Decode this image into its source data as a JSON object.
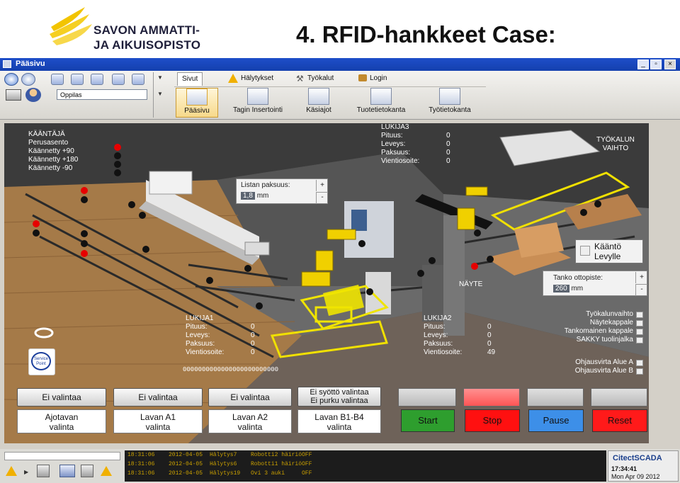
{
  "slide": {
    "title": "4. RFID-hankkeet Case:",
    "logo_line1": "SAVON AMMATTI-",
    "logo_line2": "JA AIKUISOPISTO"
  },
  "window": {
    "title": "Pääsivu",
    "minimize": "_",
    "maximize": "▫",
    "close": "×"
  },
  "toolbar": {
    "user_combo": "Oppilas",
    "tabs": [
      {
        "label": "Sivut"
      },
      {
        "label": "Hälytykset"
      },
      {
        "label": "Työkalut"
      },
      {
        "label": "Login"
      }
    ],
    "nav_items": [
      {
        "label": "Pääsivu"
      },
      {
        "label": "Tagin Insertointi"
      },
      {
        "label": "Käsiajot"
      },
      {
        "label": "Tuotetietokanta"
      },
      {
        "label": "Työtietokanta"
      }
    ]
  },
  "scene": {
    "kaantaja": "KÄÄNTÄJÄ\nPerusasento\nKäännetty +90\nKäännetty +180\nKäännetty -90",
    "lukija3": "LUKIJA3\nPituus:\nLeveys:\nPaksuus:\nVientiosoite:",
    "lukija3_values": "0\n0\n0\n0",
    "lukija1": "LUKIJA1\nPituus:\nLeveys:\nPaksuus:\nVientiosoite:",
    "lukija1_values": "0\n0\n0\n0",
    "lukija2": "LUKIJA2\nPituus:\nLeveys:\nPaksuus:\nVientiosoite:",
    "lukija2_values": "0\n0\n0\n49",
    "tyokalun_vaihto": "TYÖKALUN\nVAIHTO",
    "nayte": "NÄYTE",
    "listan_paksuus_label": "Listan paksuus:",
    "listan_paksuus_value": "1,8",
    "listan_paksuus_unit": "mm",
    "tanko_label": "Tanko ottopiste:",
    "tanko_value": "260",
    "tanko_unit": "mm",
    "kaanto_button": "Kääntö\nLevylle",
    "status_items": [
      {
        "label": "Työkalunvaihto"
      },
      {
        "label": "Näytekappale"
      },
      {
        "label": "Tankomainen kappale"
      },
      {
        "label": "SAKKY tuolinjalka"
      }
    ],
    "ohjausvirta": [
      {
        "label": "Ohjausvirta Alue A"
      },
      {
        "label": "Ohjausvirta Alue B"
      }
    ],
    "barcode": "0000000000000000000000000",
    "service_badge": "Service\nPoint"
  },
  "controls": {
    "select_buttons": [
      {
        "label": "Ei valintaa"
      },
      {
        "label": "Ei valintaa"
      },
      {
        "label": "Ei valintaa"
      },
      {
        "label": "Ei syöttö valintaa\nEi purku valintaa"
      }
    ],
    "action_buttons": [
      {
        "label": "Ajotavan\nvalinta"
      },
      {
        "label": "Lavan A1\nvalinta"
      },
      {
        "label": "Lavan A2\nvalinta"
      },
      {
        "label": "Lavan B1-B4\nvalinta"
      }
    ],
    "start": "Start",
    "stop": "Stop",
    "pause": "Pause",
    "reset": "Reset",
    "colors": {
      "start": "#2e9e2e",
      "stop": "#ff1010",
      "pause": "#3d8fe8",
      "reset": "#ff1a1a",
      "stop_indicator": "#ff6b6b"
    }
  },
  "alarms": [
    {
      "time": "18:31:06",
      "date": "2012-04-05",
      "tag": "Hälytys7",
      "desc": "Robotti2 häiriö",
      "state": "OFF"
    },
    {
      "time": "18:31:06",
      "date": "2012-04-05",
      "tag": "Hälytys6",
      "desc": "Robotti1 häiriö",
      "state": "OFF"
    },
    {
      "time": "18:31:06",
      "date": "2012-04-05",
      "tag": "Hälytys19",
      "desc": "Ovi 3 auki",
      "state": "OFF"
    }
  ],
  "citect": {
    "brand": "CitectSCADA",
    "time": "17:34:41",
    "date": "Mon Apr 09 2012"
  }
}
